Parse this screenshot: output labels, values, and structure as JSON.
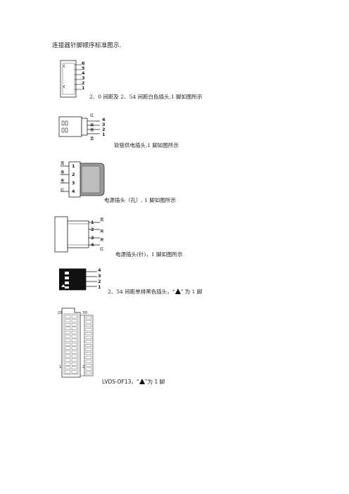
{
  "title": "连接器针脚顺序标准图示.",
  "figures": [
    {
      "id": "fig1",
      "pins": [
        "6",
        "5",
        "4",
        "3",
        "2",
        "1"
      ],
      "caption": "2、0 间距及 2、54 间距白色插头,1 脚如图所示"
    },
    {
      "id": "fig2",
      "pins": [
        "4",
        "3",
        "2",
        "1"
      ],
      "wire_labels": [
        "红",
        "黑",
        "黑",
        "黄"
      ],
      "caption": "软驱供电插头,1 脚如图所示"
    },
    {
      "id": "fig3",
      "pins": [
        "1",
        "2",
        "3",
        "4"
      ],
      "wire_labels": [
        "黄",
        "黑",
        "黑",
        "红"
      ],
      "caption": "电源插头（孔）, 1 脚如图所示"
    },
    {
      "id": "fig4",
      "pins": [
        "1",
        "2",
        "3",
        "4"
      ],
      "wire_labels": [
        "黄",
        "黑",
        "黑",
        "红"
      ],
      "caption": "电源插头(针)，1 脚如图所示"
    },
    {
      "id": "fig5",
      "pins": [
        "4",
        "3",
        "2",
        "1"
      ],
      "caption_before": "2、54 间距单排黑色插头，",
      "caption_after": "” 为 1 脚",
      "quote_open": "“"
    },
    {
      "id": "fig6",
      "pin_labels": [
        "29",
        "30",
        "1",
        "2"
      ],
      "caption_before": "LVDS-DF13，“",
      "caption_after": "”为 1 脚"
    }
  ]
}
